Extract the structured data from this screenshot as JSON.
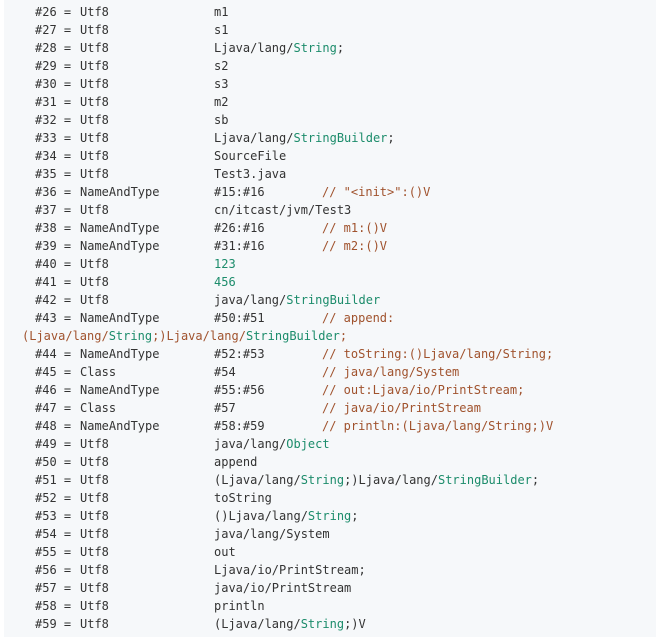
{
  "rows": [
    {
      "idx": "#26",
      "type": "Utf8",
      "value": [
        {
          "t": "m1"
        }
      ]
    },
    {
      "idx": "#27",
      "type": "Utf8",
      "value": [
        {
          "t": "s1"
        }
      ]
    },
    {
      "idx": "#28",
      "type": "Utf8",
      "value": [
        {
          "t": "Ljava/lang/"
        },
        {
          "t": "String",
          "c": "str"
        },
        {
          "t": ";"
        }
      ]
    },
    {
      "idx": "#29",
      "type": "Utf8",
      "value": [
        {
          "t": "s2"
        }
      ]
    },
    {
      "idx": "#30",
      "type": "Utf8",
      "value": [
        {
          "t": "s3"
        }
      ]
    },
    {
      "idx": "#31",
      "type": "Utf8",
      "value": [
        {
          "t": "m2"
        }
      ]
    },
    {
      "idx": "#32",
      "type": "Utf8",
      "value": [
        {
          "t": "sb"
        }
      ]
    },
    {
      "idx": "#33",
      "type": "Utf8",
      "value": [
        {
          "t": "Ljava/lang/"
        },
        {
          "t": "StringBuilder",
          "c": "str"
        },
        {
          "t": ";"
        }
      ]
    },
    {
      "idx": "#34",
      "type": "Utf8",
      "value": [
        {
          "t": "SourceFile"
        }
      ]
    },
    {
      "idx": "#35",
      "type": "Utf8",
      "value": [
        {
          "t": "Test3.java"
        }
      ]
    },
    {
      "idx": "#36",
      "type": "NameAndType",
      "value": [
        {
          "t": "#15:#16"
        }
      ],
      "comment": [
        {
          "t": "// \"<init>\":()V",
          "c": "cm"
        }
      ]
    },
    {
      "idx": "#37",
      "type": "Utf8",
      "value": [
        {
          "t": "cn/itcast/jvm/Test3"
        }
      ]
    },
    {
      "idx": "#38",
      "type": "NameAndType",
      "value": [
        {
          "t": "#26:#16"
        }
      ],
      "comment": [
        {
          "t": "// m1:()V",
          "c": "cm"
        }
      ]
    },
    {
      "idx": "#39",
      "type": "NameAndType",
      "value": [
        {
          "t": "#31:#16"
        }
      ],
      "comment": [
        {
          "t": "// m2:()V",
          "c": "cm"
        }
      ]
    },
    {
      "idx": "#40",
      "type": "Utf8",
      "value": [
        {
          "t": "123",
          "c": "num"
        }
      ]
    },
    {
      "idx": "#41",
      "type": "Utf8",
      "value": [
        {
          "t": "456",
          "c": "num"
        }
      ]
    },
    {
      "idx": "#42",
      "type": "Utf8",
      "value": [
        {
          "t": "java/lang/"
        },
        {
          "t": "StringBuilder",
          "c": "str"
        }
      ]
    },
    {
      "idx": "#43",
      "type": "NameAndType",
      "value": [
        {
          "t": "#50:#51"
        }
      ],
      "comment": [
        {
          "t": "// append:",
          "c": "cm"
        }
      ]
    },
    {
      "full": [
        {
          "t": "(Ljava/lang/",
          "c": "cm"
        },
        {
          "t": "String",
          "c": "str"
        },
        {
          "t": ";)Ljava/lang/",
          "c": "cm"
        },
        {
          "t": "StringBuilder",
          "c": "str"
        },
        {
          "t": ";",
          "c": "cm"
        }
      ]
    },
    {
      "idx": "#44",
      "type": "NameAndType",
      "value": [
        {
          "t": "#52:#53"
        }
      ],
      "comment": [
        {
          "t": "// toString:()Ljava/lang/String;",
          "c": "cm"
        }
      ]
    },
    {
      "idx": "#45",
      "type": "Class",
      "value": [
        {
          "t": "#54"
        }
      ],
      "comment": [
        {
          "t": "// java/lang/System",
          "c": "cm"
        }
      ]
    },
    {
      "idx": "#46",
      "type": "NameAndType",
      "value": [
        {
          "t": "#55:#56"
        }
      ],
      "comment": [
        {
          "t": "// out:Ljava/io/PrintStream;",
          "c": "cm"
        }
      ]
    },
    {
      "idx": "#47",
      "type": "Class",
      "value": [
        {
          "t": "#57"
        }
      ],
      "comment": [
        {
          "t": "// java/io/PrintStream",
          "c": "cm"
        }
      ]
    },
    {
      "idx": "#48",
      "type": "NameAndType",
      "value": [
        {
          "t": "#58:#59"
        }
      ],
      "comment": [
        {
          "t": "// println:(Ljava/lang/String;)V",
          "c": "cm"
        }
      ]
    },
    {
      "idx": "#49",
      "type": "Utf8",
      "value": [
        {
          "t": "java/lang/"
        },
        {
          "t": "Object",
          "c": "str"
        }
      ]
    },
    {
      "idx": "#50",
      "type": "Utf8",
      "value": [
        {
          "t": "append"
        }
      ]
    },
    {
      "idx": "#51",
      "type": "Utf8",
      "value": [
        {
          "t": "(Ljava/lang/"
        },
        {
          "t": "String",
          "c": "str"
        },
        {
          "t": ";)Ljava/lang/"
        },
        {
          "t": "StringBuilder",
          "c": "str"
        },
        {
          "t": ";"
        }
      ]
    },
    {
      "idx": "#52",
      "type": "Utf8",
      "value": [
        {
          "t": "toString"
        }
      ]
    },
    {
      "idx": "#53",
      "type": "Utf8",
      "value": [
        {
          "t": "()Ljava/lang/"
        },
        {
          "t": "String",
          "c": "str"
        },
        {
          "t": ";"
        }
      ]
    },
    {
      "idx": "#54",
      "type": "Utf8",
      "value": [
        {
          "t": "java/lang/System"
        }
      ]
    },
    {
      "idx": "#55",
      "type": "Utf8",
      "value": [
        {
          "t": "out"
        }
      ]
    },
    {
      "idx": "#56",
      "type": "Utf8",
      "value": [
        {
          "t": "Ljava/io/PrintStream;"
        }
      ]
    },
    {
      "idx": "#57",
      "type": "Utf8",
      "value": [
        {
          "t": "java/io/PrintStream"
        }
      ]
    },
    {
      "idx": "#58",
      "type": "Utf8",
      "value": [
        {
          "t": "println"
        }
      ]
    },
    {
      "idx": "#59",
      "type": "Utf8",
      "value": [
        {
          "t": "(Ljava/lang/"
        },
        {
          "t": "String",
          "c": "str"
        },
        {
          "t": ";)V"
        }
      ]
    }
  ],
  "separator": "=",
  "colors": {
    "background": "#f6f8fa",
    "text": "#333333",
    "string_type": "#1c8c6b",
    "comment": "#a0522d"
  }
}
